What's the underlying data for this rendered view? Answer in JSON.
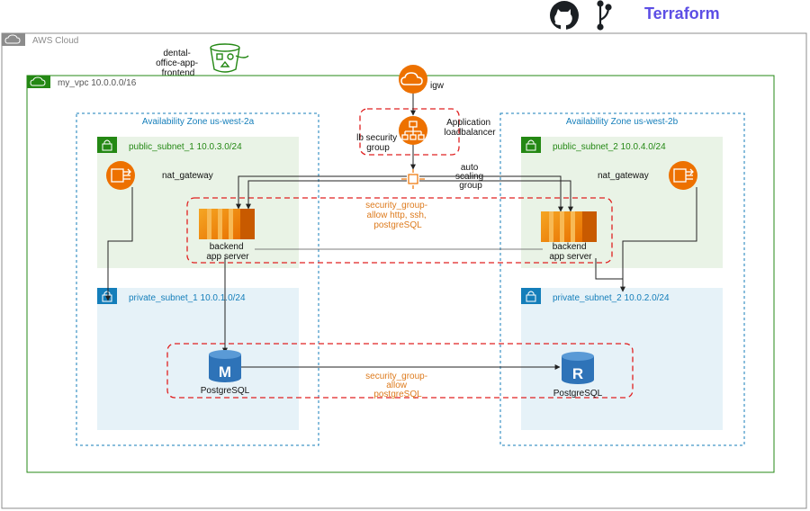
{
  "header": {
    "brand_label": "Terraform",
    "github_icon": "github-icon",
    "branch_icon": "git-branch-icon"
  },
  "groups": {
    "aws_cloud": "AWS Cloud",
    "vpc": "my_vpc 10.0.0.0/16",
    "az_a": "Availability Zone us-west-2a",
    "az_b": "Availability Zone us-west-2b",
    "public_subnet_1": "public_subnet_1 10.0.3.0/24",
    "public_subnet_2": "public_subnet_2 10.0.4.0/24",
    "private_subnet_1": "private_subnet_1 10.0.1.0/24",
    "private_subnet_2": "private_subnet_2 10.0.2.0/24"
  },
  "nodes": {
    "s3": [
      "dental-",
      "office-app-",
      "frontend"
    ],
    "igw": "igw",
    "alb": [
      "Application",
      "loadbalancer"
    ],
    "lb_sg": [
      "lb security",
      "group"
    ],
    "asg": [
      "auto",
      "scaling",
      "group"
    ],
    "nat_a": "nat_gateway",
    "nat_b": "nat_gateway",
    "ec2_a": [
      "backend",
      "app server"
    ],
    "ec2_b": [
      "backend",
      "app server"
    ],
    "db_master": "PostgreSQL",
    "db_replica": "PostgreSQL",
    "db_master_letter": "M",
    "db_replica_letter": "R"
  },
  "security_groups": {
    "app_sg": [
      "security_group-",
      "allow http, ssh,",
      "postgreSQL"
    ],
    "db_sg": [
      "security_group-",
      "allow",
      "postgreSQL"
    ]
  },
  "colors": {
    "aws_orange": "#ed7100",
    "az_blue": "#147eba",
    "public_green": "#248814",
    "public_fill": "#e9f3e6",
    "private_blue": "#147eba",
    "private_fill": "#e6f2f8",
    "sg_red": "#e02020",
    "rds_blue": "#2e73b8",
    "ec2_orange": "#ed7100",
    "terraform_purple": "#5c4ee5"
  }
}
